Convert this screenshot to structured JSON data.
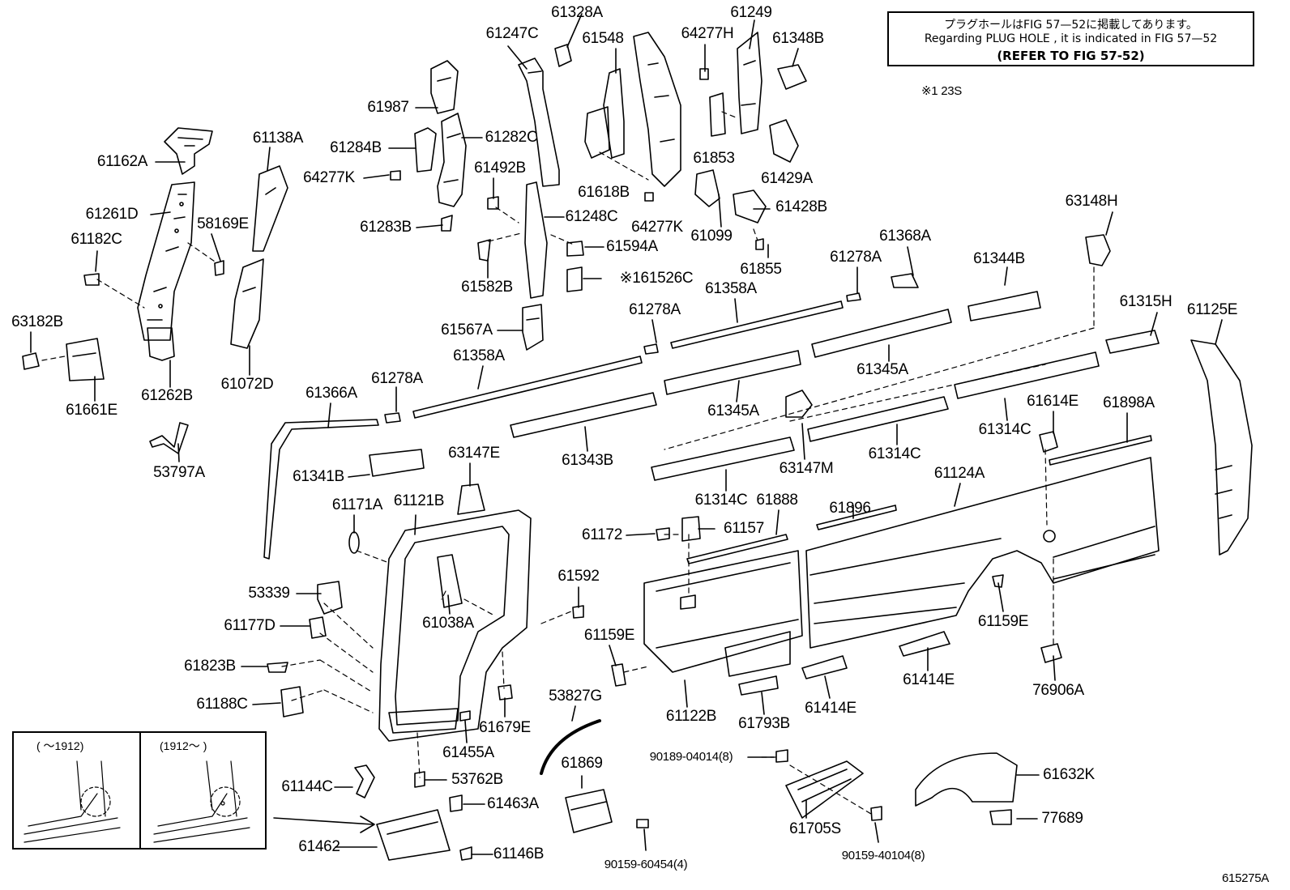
{
  "note": {
    "japanese": "プラグホールはFIG 57—52に掲載してあります。",
    "english": "Regarding  PLUG  HOLE , it is indicated in FIG  57—52",
    "reference": "(REFER TO FIG 57-52)"
  },
  "note_mark": "※1 23S",
  "figure_id": "615275A",
  "inset": {
    "left_caption": "(     ～1912)",
    "right_caption": "(1912～      )"
  },
  "parts": [
    {
      "id": "61328A",
      "text": "61328A"
    },
    {
      "id": "61247C",
      "text": "61247C"
    },
    {
      "id": "61548",
      "text": "61548"
    },
    {
      "id": "64277H",
      "text": "64277H"
    },
    {
      "id": "61249",
      "text": "61249"
    },
    {
      "id": "61348B",
      "text": "61348B"
    },
    {
      "id": "61987",
      "text": "61987"
    },
    {
      "id": "61282C",
      "text": "61282C"
    },
    {
      "id": "61284B",
      "text": "61284B"
    },
    {
      "id": "61162A",
      "text": "61162A"
    },
    {
      "id": "61138A",
      "text": "61138A"
    },
    {
      "id": "64277K-a",
      "text": "64277K"
    },
    {
      "id": "61492B",
      "text": "61492B"
    },
    {
      "id": "61853",
      "text": "61853"
    },
    {
      "id": "61429A",
      "text": "61429A"
    },
    {
      "id": "61618B",
      "text": "61618B"
    },
    {
      "id": "64277K-b",
      "text": "64277K"
    },
    {
      "id": "61261D",
      "text": "61261D"
    },
    {
      "id": "58169E",
      "text": "58169E"
    },
    {
      "id": "61283B",
      "text": "61283B"
    },
    {
      "id": "61248C",
      "text": "61248C"
    },
    {
      "id": "61099",
      "text": "61099"
    },
    {
      "id": "61428B",
      "text": "61428B"
    },
    {
      "id": "63148H",
      "text": "63148H"
    },
    {
      "id": "61182C",
      "text": "61182C"
    },
    {
      "id": "61594A",
      "text": "61594A"
    },
    {
      "id": "61368A",
      "text": "61368A"
    },
    {
      "id": "61278A-a",
      "text": "61278A"
    },
    {
      "id": "61344B",
      "text": "61344B"
    },
    {
      "id": "61526C",
      "text": "※161526C"
    },
    {
      "id": "61855",
      "text": "61855"
    },
    {
      "id": "61582B",
      "text": "61582B"
    },
    {
      "id": "61358A-a",
      "text": "61358A"
    },
    {
      "id": "63182B",
      "text": "63182B"
    },
    {
      "id": "61278A-b",
      "text": "61278A"
    },
    {
      "id": "61315H",
      "text": "61315H"
    },
    {
      "id": "61125E",
      "text": "61125E"
    },
    {
      "id": "61567A",
      "text": "61567A"
    },
    {
      "id": "61358A-b",
      "text": "61358A"
    },
    {
      "id": "61345A-a",
      "text": "61345A"
    },
    {
      "id": "61262B",
      "text": "61262B"
    },
    {
      "id": "61072D",
      "text": "61072D"
    },
    {
      "id": "61366A",
      "text": "61366A"
    },
    {
      "id": "61278A-c",
      "text": "61278A"
    },
    {
      "id": "61661E",
      "text": "61661E"
    },
    {
      "id": "61345A-b",
      "text": "61345A"
    },
    {
      "id": "61614E",
      "text": "61614E"
    },
    {
      "id": "61898A",
      "text": "61898A"
    },
    {
      "id": "61314C-a",
      "text": "61314C"
    },
    {
      "id": "63147E",
      "text": "63147E"
    },
    {
      "id": "53797A",
      "text": "53797A"
    },
    {
      "id": "61343B",
      "text": "61343B"
    },
    {
      "id": "61314C-b",
      "text": "61314C"
    },
    {
      "id": "63147M",
      "text": "63147M"
    },
    {
      "id": "61341B",
      "text": "61341B"
    },
    {
      "id": "61124A",
      "text": "61124A"
    },
    {
      "id": "61314C-c",
      "text": "61314C"
    },
    {
      "id": "61888",
      "text": "61888"
    },
    {
      "id": "61171A",
      "text": "61171A"
    },
    {
      "id": "61121B",
      "text": "61121B"
    },
    {
      "id": "61896",
      "text": "61896"
    },
    {
      "id": "61172",
      "text": "61172"
    },
    {
      "id": "61157",
      "text": "61157"
    },
    {
      "id": "61592",
      "text": "61592"
    },
    {
      "id": "53339",
      "text": "53339"
    },
    {
      "id": "61038A",
      "text": "61038A"
    },
    {
      "id": "61177D",
      "text": "61177D"
    },
    {
      "id": "61159E-a",
      "text": "61159E"
    },
    {
      "id": "61159E-b",
      "text": "61159E"
    },
    {
      "id": "61823B",
      "text": "61823B"
    },
    {
      "id": "61414E-a",
      "text": "61414E"
    },
    {
      "id": "76906A",
      "text": "76906A"
    },
    {
      "id": "53827G",
      "text": "53827G"
    },
    {
      "id": "61188C",
      "text": "61188C"
    },
    {
      "id": "61122B",
      "text": "61122B"
    },
    {
      "id": "61793B",
      "text": "61793B"
    },
    {
      "id": "61414E-b",
      "text": "61414E"
    },
    {
      "id": "61679E",
      "text": "61679E"
    },
    {
      "id": "61455A",
      "text": "61455A"
    },
    {
      "id": "90189-04014",
      "text": "90189-04014(8)"
    },
    {
      "id": "61869",
      "text": "61869"
    },
    {
      "id": "61632K",
      "text": "61632K"
    },
    {
      "id": "53762B",
      "text": "53762B"
    },
    {
      "id": "61144C",
      "text": "61144C"
    },
    {
      "id": "61463A",
      "text": "61463A"
    },
    {
      "id": "61705S",
      "text": "61705S"
    },
    {
      "id": "77689",
      "text": "77689"
    },
    {
      "id": "61462",
      "text": "61462"
    },
    {
      "id": "61146B",
      "text": "61146B"
    },
    {
      "id": "90159-60454",
      "text": "90159-60454(4)"
    },
    {
      "id": "90159-40104",
      "text": "90159-40104(8)"
    }
  ]
}
